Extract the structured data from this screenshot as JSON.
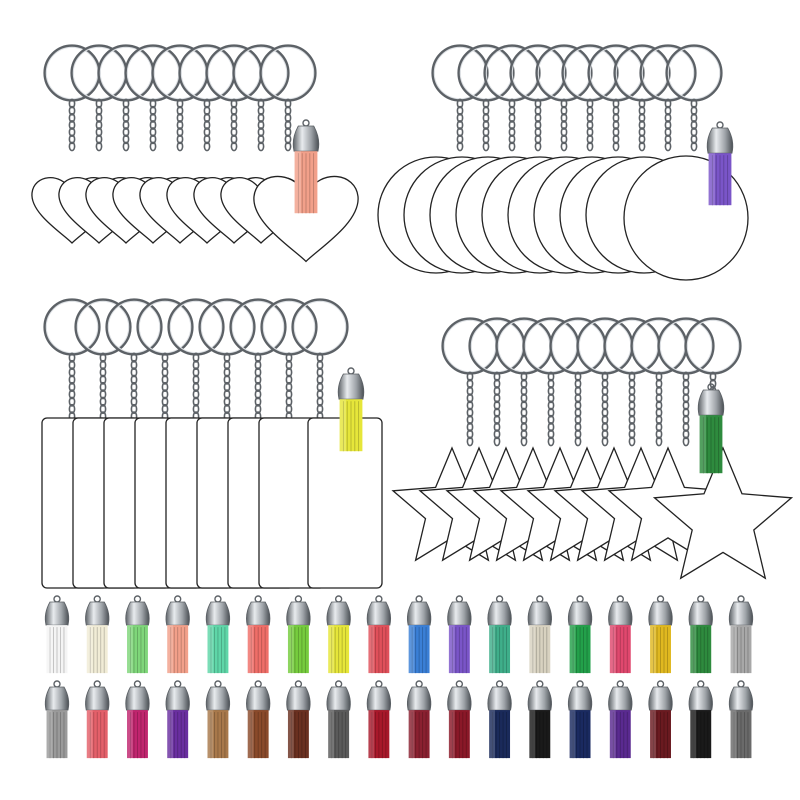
{
  "image": {
    "subject": "acrylic-keychain-blanks-with-tassels",
    "background_color": "#ffffff"
  },
  "groups": [
    {
      "shape": "heart",
      "blank_count": 9,
      "tassel_color": "#f2a08a"
    },
    {
      "shape": "circle",
      "blank_count": 10,
      "tassel_color": "#7a55c8"
    },
    {
      "shape": "rectangle",
      "blank_count": 9,
      "tassel_color": "#e6e63a"
    },
    {
      "shape": "star",
      "blank_count": 10,
      "tassel_color": "#2e8b3e"
    }
  ],
  "loose_tassels": {
    "row1": [
      "#f4f4f4",
      "#f1ecd6",
      "#7fd67a",
      "#f2a08a",
      "#5fd6a8",
      "#ef6e68",
      "#76cc3e",
      "#e6e63a",
      "#e0505a",
      "#3a7fd6",
      "#7a55c8",
      "#3fae8a",
      "#d8d2c0",
      "#23a04a",
      "#e0486e",
      "#e0b820",
      "#2e8b3e",
      "#a8a8a8"
    ],
    "row2": [
      "#9a9a9a",
      "#e4606a",
      "#c0256e",
      "#6a2fa0",
      "#a8784a",
      "#8a4a2a",
      "#6a3020",
      "#5a5a5a",
      "#a8182a",
      "#8a2030",
      "#8a1828",
      "#1a2a5a",
      "#1a1a1a",
      "#1a2a60",
      "#5a2a90",
      "#6a1a20",
      "#1a1a1a",
      "#6a6a6a"
    ]
  },
  "colors": {
    "metal": "#9ea3a8",
    "metal_dark": "#5c6166",
    "outline": "#222222"
  }
}
